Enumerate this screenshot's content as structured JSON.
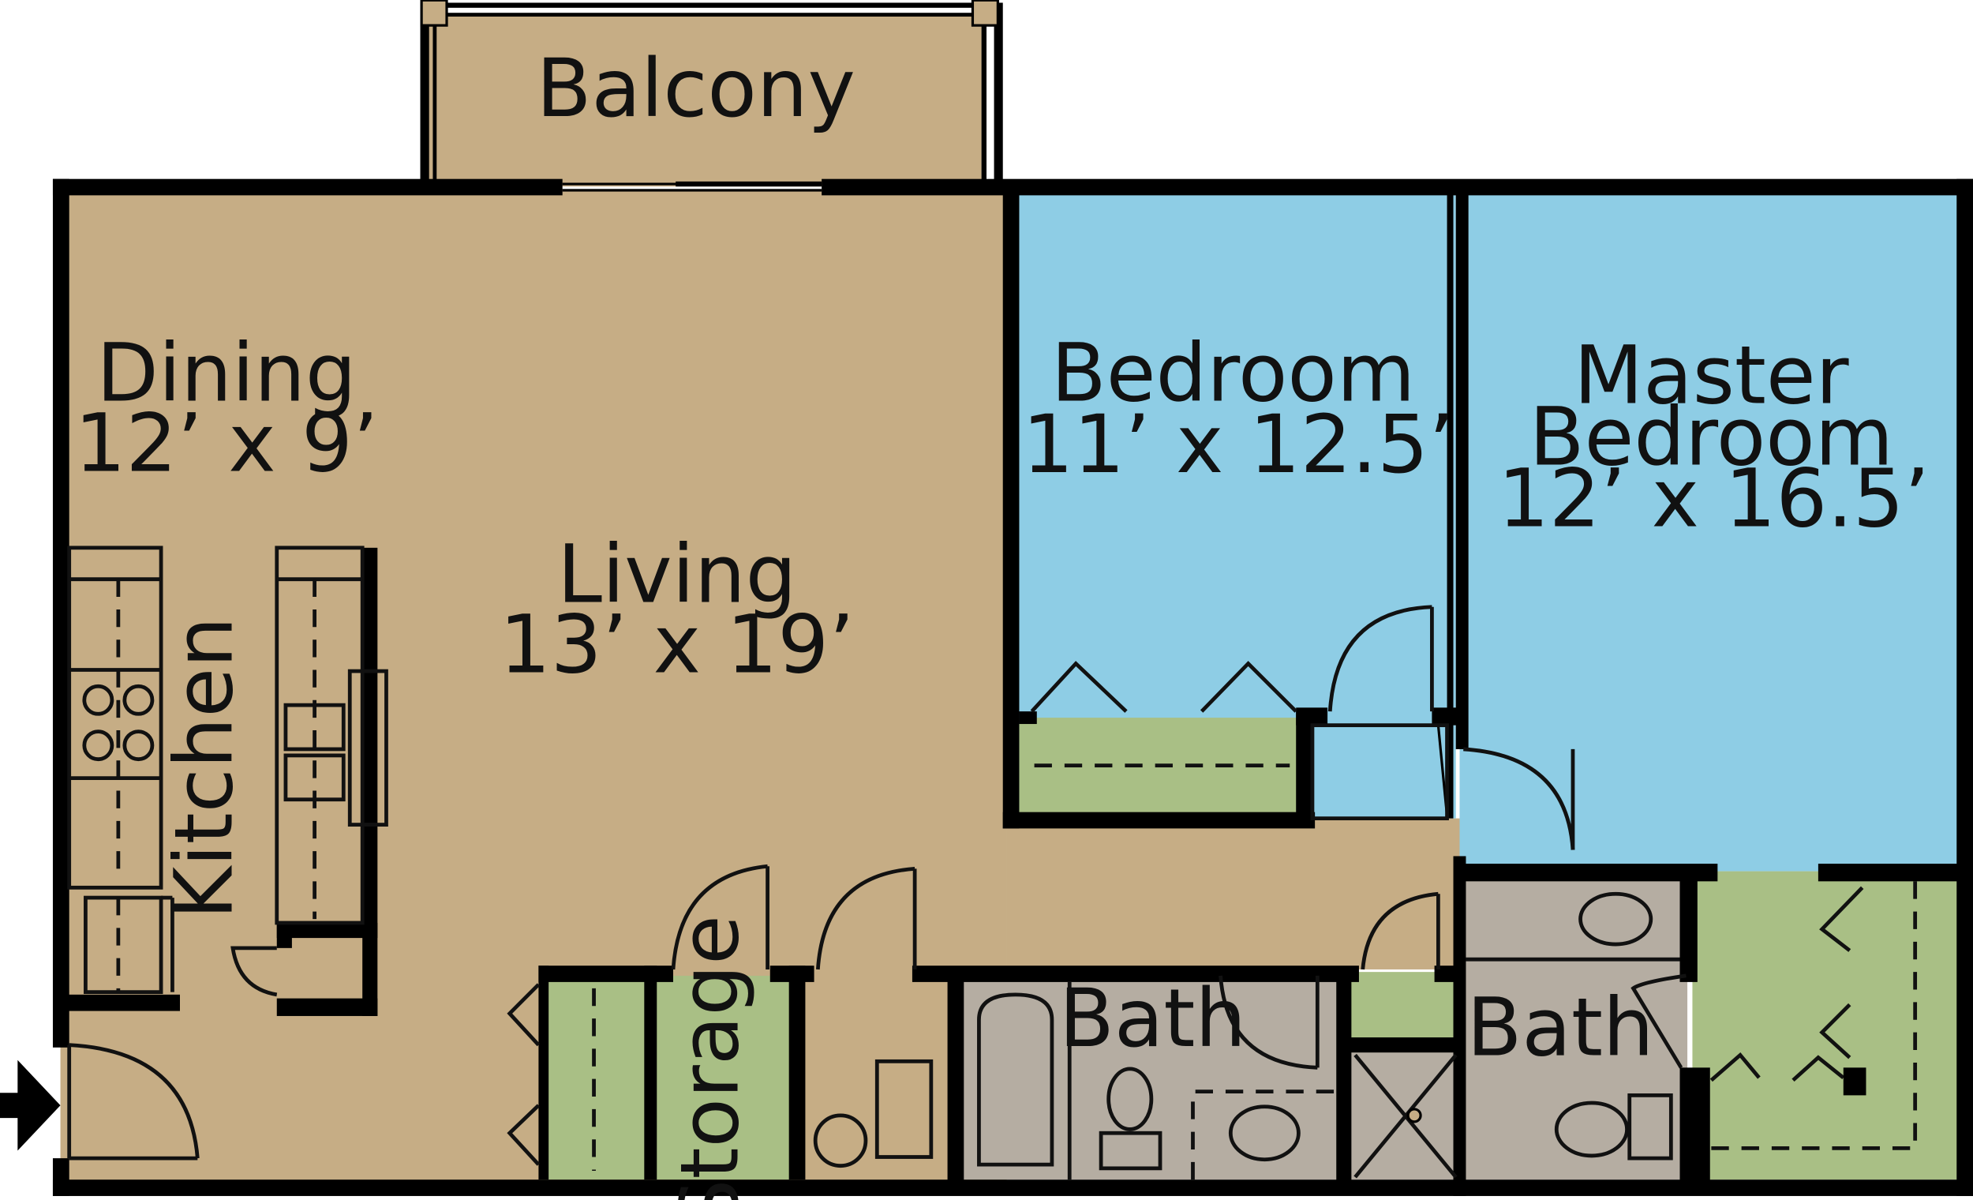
{
  "rooms": {
    "balcony": {
      "name": "Balcony"
    },
    "dining": {
      "name": "Dining",
      "size": "12’ x 9’"
    },
    "living": {
      "name": "Living",
      "size": "13’ x 19’"
    },
    "kitchen": {
      "name": "Kitchen"
    },
    "bedroom": {
      "name": "Bedroom",
      "size": "11’ x 12.5’"
    },
    "master_bedroom": {
      "name_line1": "Master",
      "name_line2": "Bedroom",
      "size": "12’ x 16.5’"
    },
    "storage": {
      "name": "Storage"
    },
    "bath_1": {
      "name": "Bath"
    },
    "bath_2": {
      "name": "Bath"
    }
  },
  "colors": {
    "living_area": "#c6ad85",
    "bedrooms": "#8ecde5",
    "closets": "#a9bf85",
    "baths": "#b5ada2",
    "walls": "#000000"
  },
  "icons": {
    "entry": "entry-arrow-icon"
  }
}
